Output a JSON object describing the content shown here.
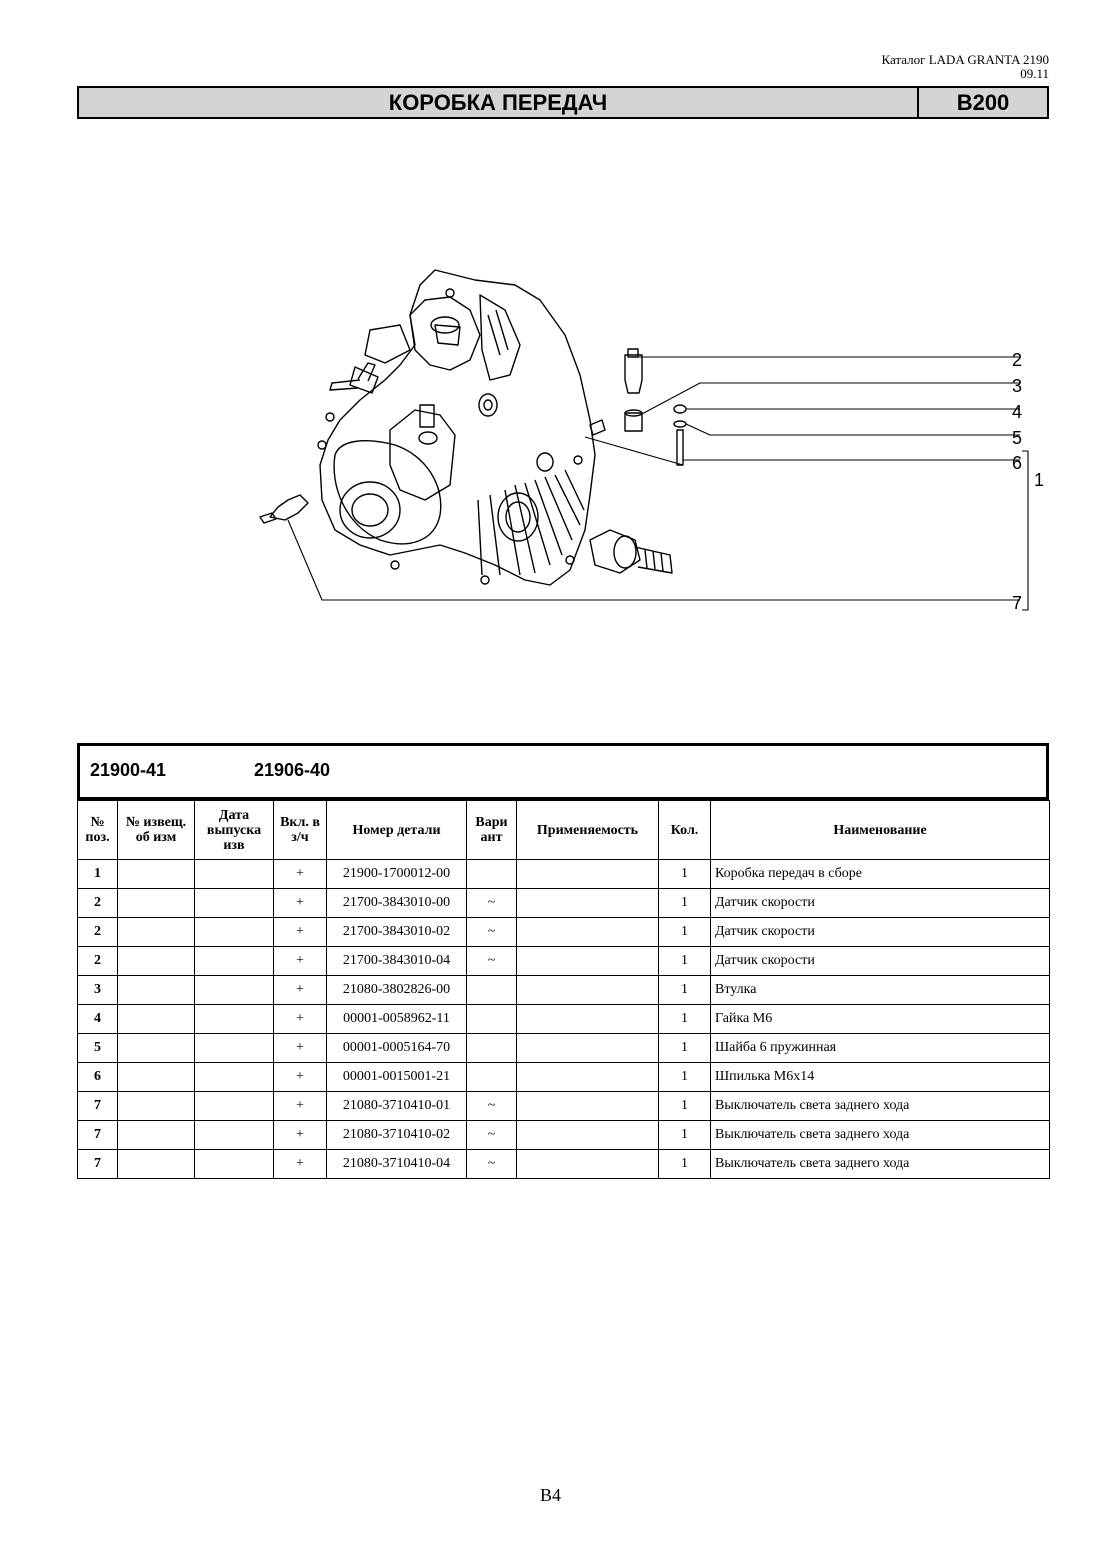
{
  "header": {
    "catalog": "Каталог LADA GRANTA 2190",
    "date": "09.11",
    "title": "КОРОБКА ПЕРЕДАЧ",
    "code": "B200"
  },
  "figure": {
    "callouts": [
      "2",
      "3",
      "4",
      "5",
      "6",
      "1",
      "7"
    ]
  },
  "models": [
    "21900-41",
    "21906-40"
  ],
  "table": {
    "headers": {
      "pos": "№ поз.",
      "notice": "№ извещ. об изм",
      "date": "Дата выпуска изв",
      "incl": "Вкл. в з/ч",
      "part_no": "Номер детали",
      "variant": "Вари ант",
      "applic": "Применяемость",
      "qty": "Кол.",
      "name": "Наименование"
    },
    "rows": [
      {
        "pos": "1",
        "notice": "",
        "date": "",
        "incl": "+",
        "part_no": "21900-1700012-00",
        "variant": "",
        "applic": "",
        "qty": "1",
        "name": "Коробка передач в сборе"
      },
      {
        "pos": "2",
        "notice": "",
        "date": "",
        "incl": "+",
        "part_no": "21700-3843010-00",
        "variant": "~",
        "applic": "",
        "qty": "1",
        "name": "Датчик скорости"
      },
      {
        "pos": "2",
        "notice": "",
        "date": "",
        "incl": "+",
        "part_no": "21700-3843010-02",
        "variant": "~",
        "applic": "",
        "qty": "1",
        "name": "Датчик скорости"
      },
      {
        "pos": "2",
        "notice": "",
        "date": "",
        "incl": "+",
        "part_no": "21700-3843010-04",
        "variant": "~",
        "applic": "",
        "qty": "1",
        "name": "Датчик скорости"
      },
      {
        "pos": "3",
        "notice": "",
        "date": "",
        "incl": "+",
        "part_no": "21080-3802826-00",
        "variant": "",
        "applic": "",
        "qty": "1",
        "name": "Втулка"
      },
      {
        "pos": "4",
        "notice": "",
        "date": "",
        "incl": "+",
        "part_no": "00001-0058962-11",
        "variant": "",
        "applic": "",
        "qty": "1",
        "name": "Гайка M6"
      },
      {
        "pos": "5",
        "notice": "",
        "date": "",
        "incl": "+",
        "part_no": "00001-0005164-70",
        "variant": "",
        "applic": "",
        "qty": "1",
        "name": "Шайба 6 пружинная"
      },
      {
        "pos": "6",
        "notice": "",
        "date": "",
        "incl": "+",
        "part_no": "00001-0015001-21",
        "variant": "",
        "applic": "",
        "qty": "1",
        "name": "Шпилька M6x14"
      },
      {
        "pos": "7",
        "notice": "",
        "date": "",
        "incl": "+",
        "part_no": "21080-3710410-01",
        "variant": "~",
        "applic": "",
        "qty": "1",
        "name": "Выключатель света заднего хода"
      },
      {
        "pos": "7",
        "notice": "",
        "date": "",
        "incl": "+",
        "part_no": "21080-3710410-02",
        "variant": "~",
        "applic": "",
        "qty": "1",
        "name": "Выключатель света заднего хода"
      },
      {
        "pos": "7",
        "notice": "",
        "date": "",
        "incl": "+",
        "part_no": "21080-3710410-04",
        "variant": "~",
        "applic": "",
        "qty": "1",
        "name": "Выключатель света заднего хода"
      }
    ]
  },
  "footer": {
    "page": "B4"
  }
}
